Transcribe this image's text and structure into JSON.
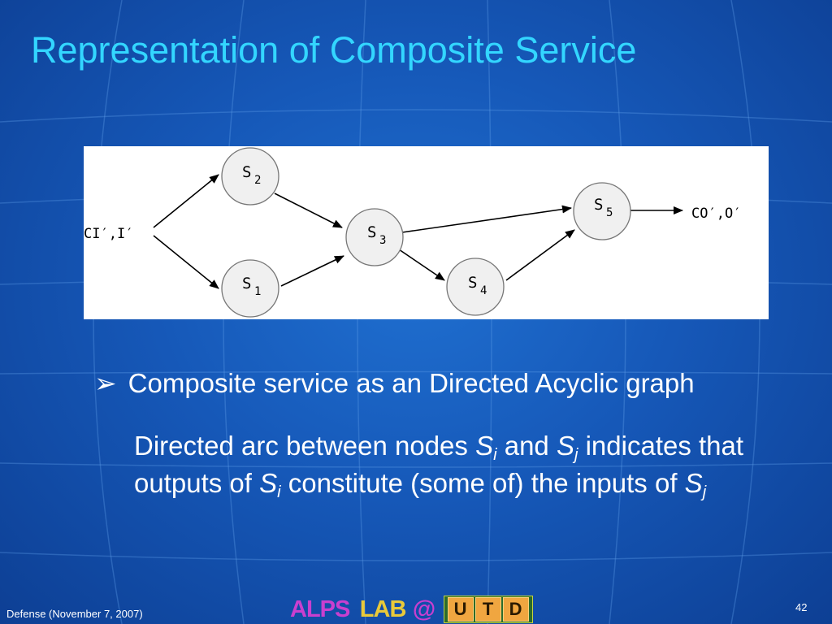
{
  "slide": {
    "title": "Representation of Composite Service",
    "bullet": "Composite service as an Directed Acyclic graph",
    "description": {
      "part1": "Directed arc between nodes ",
      "var_s": "S",
      "sub_i": "i",
      "part2": " and ",
      "sub_j": "j",
      "part3": " indicates that outputs of ",
      "part4": " constitute (some of) the inputs of "
    },
    "footer": "Defense (November 7, 2007)",
    "page_number": "42"
  },
  "logo": {
    "alps": "ALPS",
    "lab": "LAB",
    "at": "@",
    "u": "U",
    "t": "T",
    "d": "D"
  },
  "diagram": {
    "input_label": "CI′,I′",
    "output_label": "CO′,O′",
    "nodes": [
      {
        "id": "s2",
        "letter": "S",
        "sub": "2"
      },
      {
        "id": "s1",
        "letter": "S",
        "sub": "1"
      },
      {
        "id": "s3",
        "letter": "S",
        "sub": "3"
      },
      {
        "id": "s4",
        "letter": "S",
        "sub": "4"
      },
      {
        "id": "s5",
        "letter": "S",
        "sub": "5"
      }
    ],
    "edges": [
      [
        "in",
        "s2"
      ],
      [
        "in",
        "s1"
      ],
      [
        "s2",
        "s3"
      ],
      [
        "s1",
        "s3"
      ],
      [
        "s3",
        "s5"
      ],
      [
        "s3",
        "s4"
      ],
      [
        "s4",
        "s5"
      ],
      [
        "s5",
        "out"
      ]
    ]
  }
}
